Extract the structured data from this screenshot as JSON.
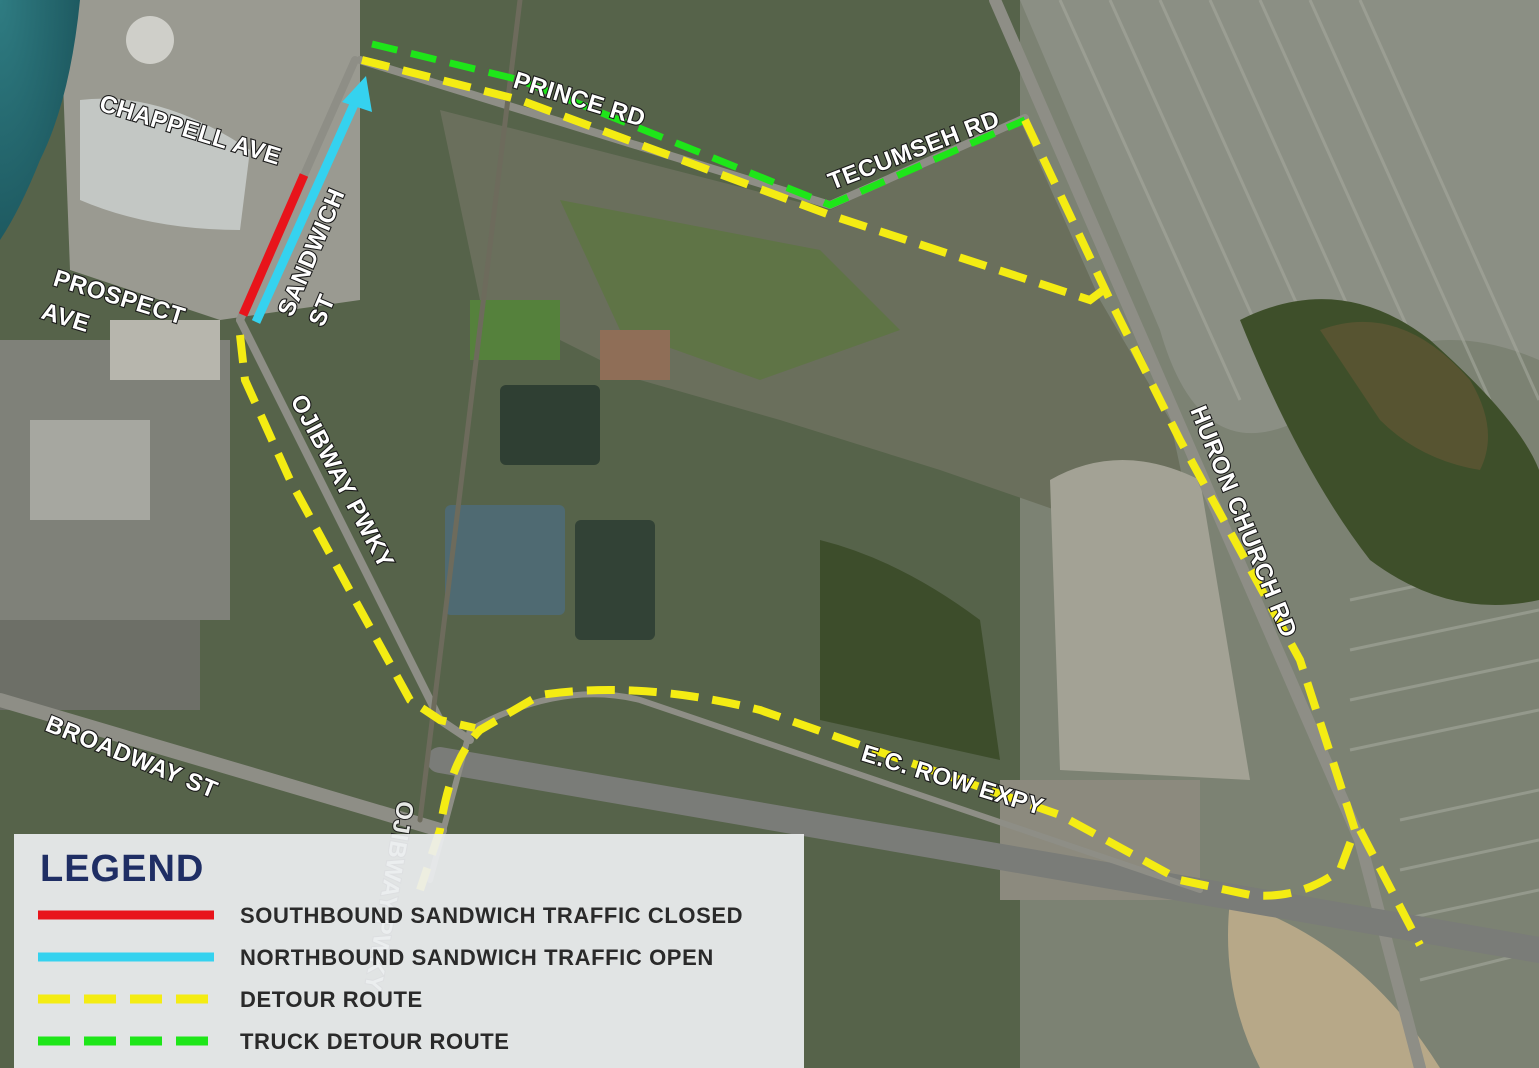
{
  "map": {
    "road_labels": {
      "prince_rd": "PRINCE RD",
      "tecumseh_rd": "TECUMSEH RD",
      "chappell_ave": "CHAPPELL AVE",
      "sandwich_st_line1": "SANDWICH",
      "sandwich_st_line2": "ST",
      "prospect_ave_line1": "PROSPECT",
      "prospect_ave_line2": "AVE",
      "ojibway_pwky": "OJIBWAY PWKY",
      "ojibway_pwky_south": "OJIBWAY PWKY",
      "broadway_st": "BROADWAY ST",
      "ec_row_expy": "E.C. ROW EXPY",
      "huron_church_rd": "HURON CHURCH RD"
    }
  },
  "legend": {
    "title": "LEGEND",
    "items": [
      {
        "label": "SOUTHBOUND SANDWICH TRAFFIC CLOSED",
        "color": "#e8141b",
        "style": "solid"
      },
      {
        "label": "NORTHBOUND SANDWICH TRAFFIC OPEN",
        "color": "#35d2ef",
        "style": "solid"
      },
      {
        "label": "DETOUR ROUTE",
        "color": "#f4ec13",
        "style": "dashed"
      },
      {
        "label": "TRUCK DETOUR ROUTE",
        "color": "#1ee619",
        "style": "dashed"
      }
    ]
  },
  "colors": {
    "closed": "#e8141b",
    "open": "#35d2ef",
    "detour": "#f4ec13",
    "truck_detour": "#1ee619",
    "legend_title": "#1f2e64"
  }
}
